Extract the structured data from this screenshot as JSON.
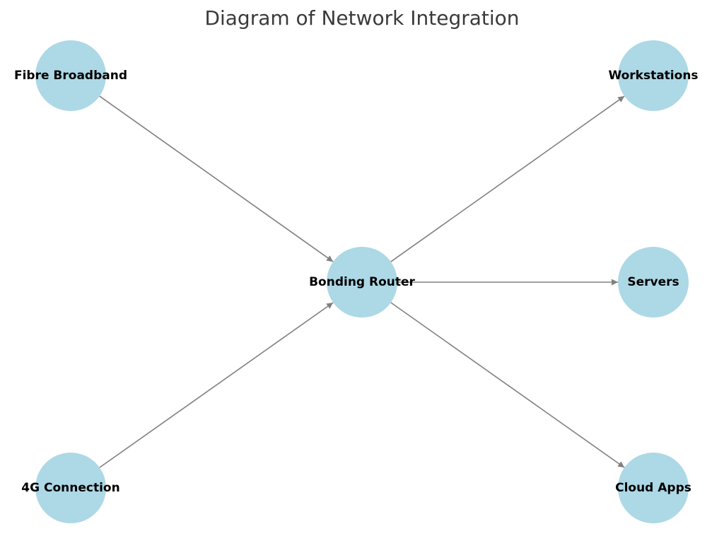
{
  "diagram": {
    "title": "Diagram of Network Integration",
    "node_color": "#add8e6",
    "edge_color": "#808080",
    "nodes": [
      {
        "id": "fibre",
        "label": "Fibre Broadband"
      },
      {
        "id": "g4",
        "label": "4G Connection"
      },
      {
        "id": "router",
        "label": "Bonding Router"
      },
      {
        "id": "workstations",
        "label": "Workstations"
      },
      {
        "id": "servers",
        "label": "Servers"
      },
      {
        "id": "cloud",
        "label": "Cloud Apps"
      }
    ],
    "edges": [
      {
        "from": "fibre",
        "to": "router"
      },
      {
        "from": "g4",
        "to": "router"
      },
      {
        "from": "router",
        "to": "workstations"
      },
      {
        "from": "router",
        "to": "servers"
      },
      {
        "from": "router",
        "to": "cloud"
      }
    ]
  }
}
